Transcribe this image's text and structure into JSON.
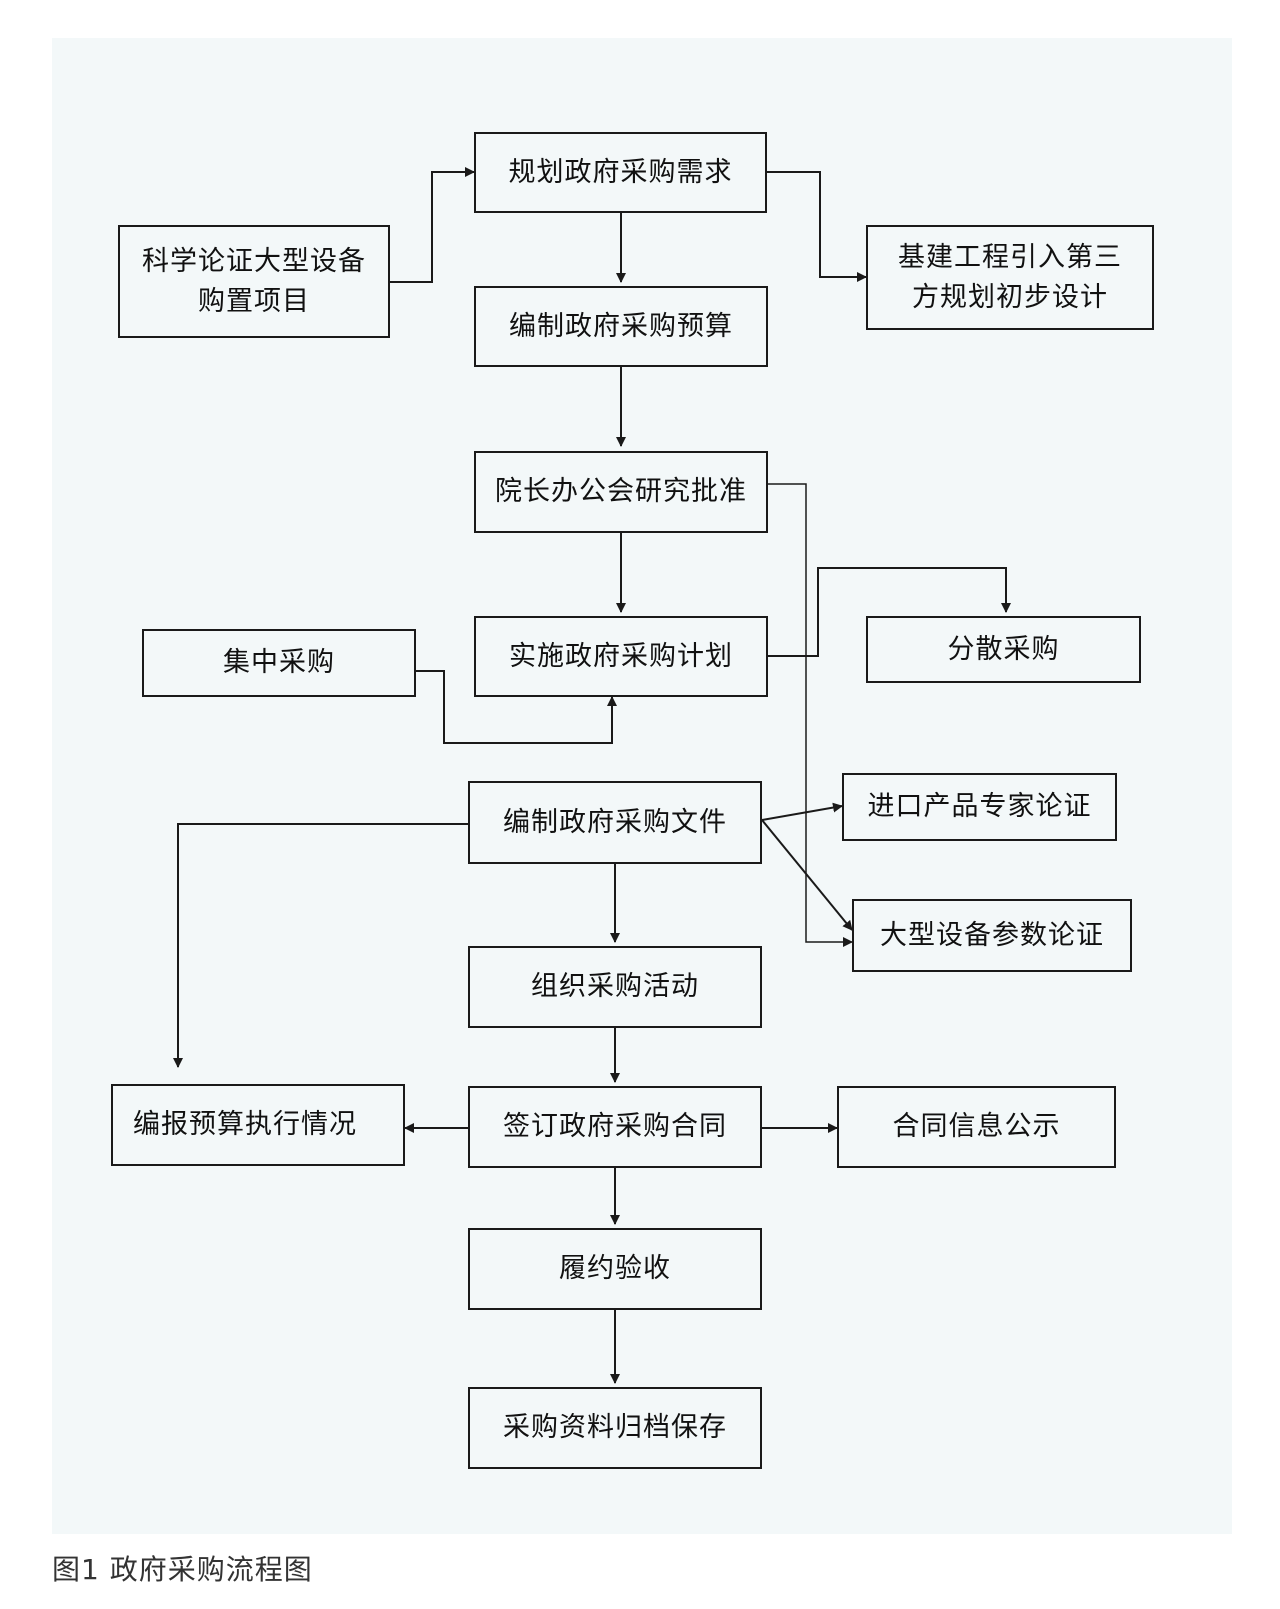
{
  "nodes": {
    "plan_needs": "规划政府采购需求",
    "sci_demo": [
      "科学论证大型设备",
      "购置项目"
    ],
    "infra": [
      "基建工程引入第三",
      "方规划初步设计"
    ],
    "budget": "编制政府采购预算",
    "approval": "院长办公会研究批准",
    "implement": "实施政府采购计划",
    "centralized": "集中采购",
    "decentralized": "分散采购",
    "docs": "编制政府采购文件",
    "import_demo": "进口产品专家论证",
    "param_demo": "大型设备参数论证",
    "organize": "组织采购活动",
    "report": "编报预算执行情况",
    "contract": "签订政府采购合同",
    "publicity": "合同信息公示",
    "acceptance": "履约验收",
    "archive": "采购资料归档保存"
  },
  "caption": "图1  政府采购流程图",
  "colors": {
    "background": "#f3f8f9",
    "line": "#1a1a1a"
  }
}
